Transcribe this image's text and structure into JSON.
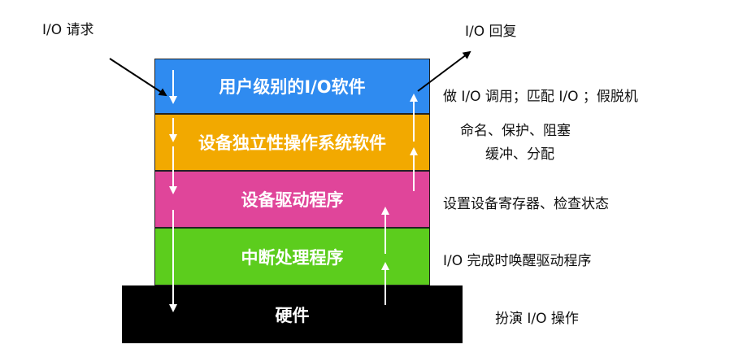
{
  "labels": {
    "io_request": "I/O 请求",
    "io_reply": "I/O 回复"
  },
  "layers": [
    {
      "label": "用户级别的I/O软件",
      "color": "#2f8bf0"
    },
    {
      "label": "设备独立性操作系统软件",
      "color": "#f2a900"
    },
    {
      "label": "设备驱动程序",
      "color": "#e0459a"
    },
    {
      "label": "中断处理程序",
      "color": "#5ccd1d"
    },
    {
      "label": "硬件",
      "color": "#000000"
    }
  ],
  "notes": [
    "做 I/O 调用；匹配 I/O ；假脱机",
    "命名、保护、阻塞",
    "缓冲、分配",
    "设置设备寄存器、检查状态",
    "I/O 完成时唤醒驱动程序",
    "扮演 I/O 操作"
  ]
}
